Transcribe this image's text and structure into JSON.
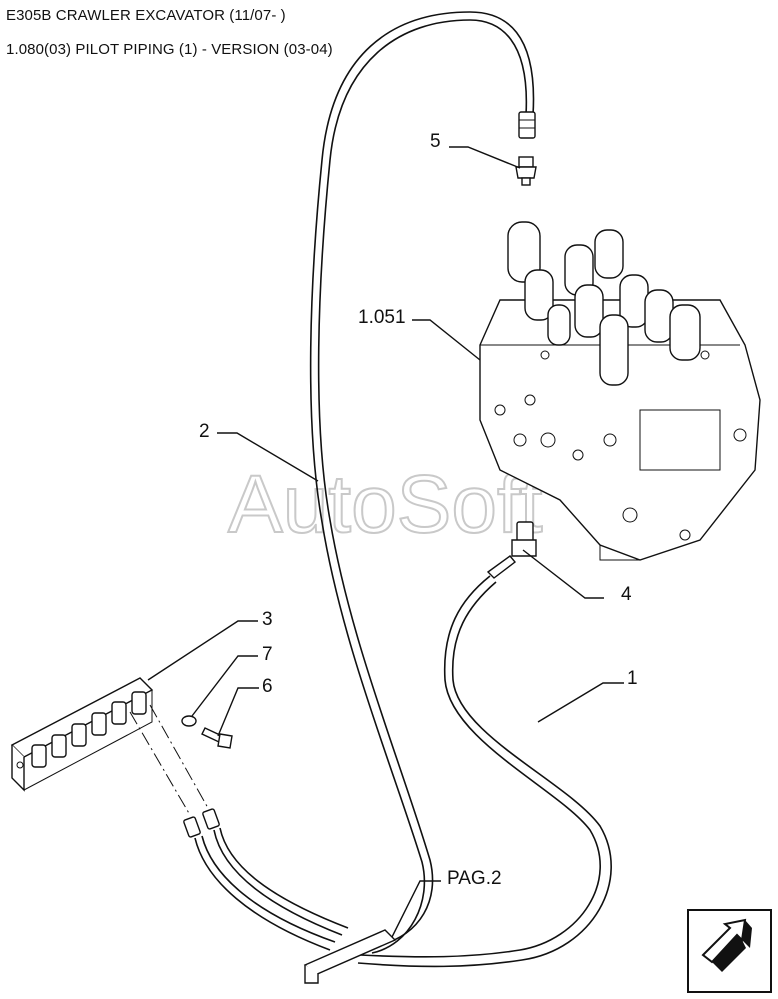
{
  "header": {
    "model": "E305B CRAWLER EXCAVATOR (11/07- )",
    "section": "1.080(03) PILOT PIPING (1) - VERSION (03-04)"
  },
  "watermark": "AutoSoft",
  "callouts": {
    "c5": "5",
    "c1051": "1.051",
    "c2": "2",
    "c4": "4",
    "c3": "3",
    "c7": "7",
    "c6": "6",
    "c1": "1",
    "cpag": "PAG.2"
  },
  "navigation": {
    "next_page_icon": "arrow-next-page-icon"
  }
}
